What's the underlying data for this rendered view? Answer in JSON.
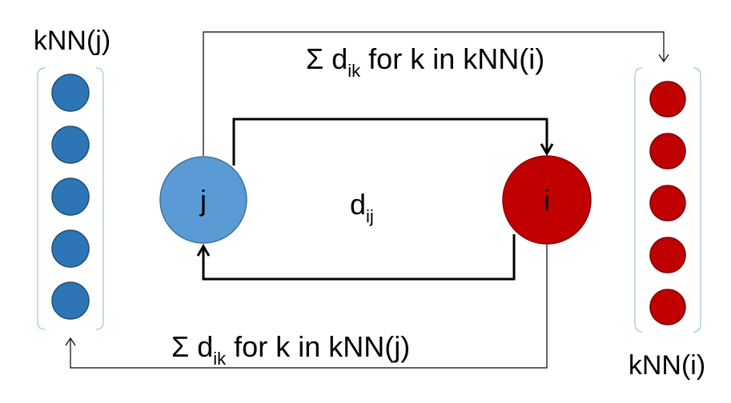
{
  "left_group": {
    "label": "kNN(j)",
    "node_count": 5,
    "node_color": "#2e75b6"
  },
  "right_group": {
    "label": "kNN(i)",
    "node_count": 5,
    "node_color": "#c00000"
  },
  "node_j": {
    "label": "j",
    "fill": "#5b9bd5",
    "stroke": "#41719c"
  },
  "node_i": {
    "label": "i",
    "fill": "#c00000",
    "stroke": "#8f0000"
  },
  "center_label": {
    "base": "d",
    "sub": "ij"
  },
  "top_label": {
    "prefix": "Σ d",
    "sub": "ik",
    "suffix": " for k in kNN(i)"
  },
  "bottom_label": {
    "prefix": "Σ d",
    "sub": "ik",
    "suffix": " for k in kNN(j)"
  },
  "colors": {
    "bracket": "#9dc3e6",
    "connector": "#000000"
  }
}
